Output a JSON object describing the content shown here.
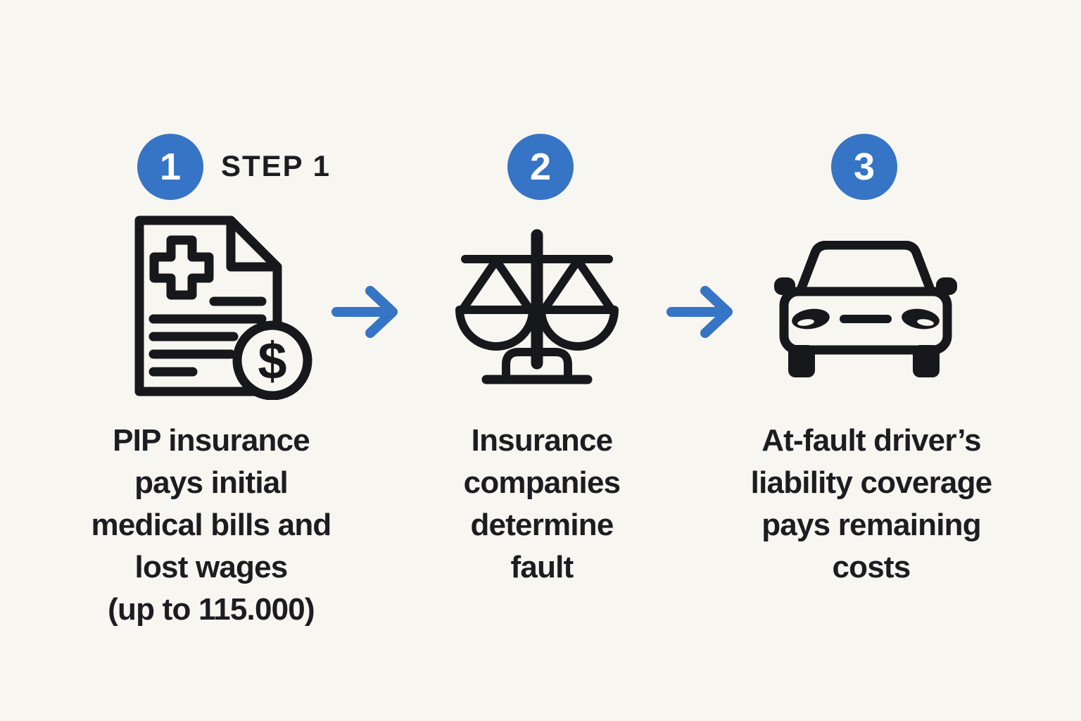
{
  "title": "PIP insurance claim process infographic",
  "colors": {
    "background_cream": "#f8f6f1",
    "accent_blue": "#3674c5",
    "icon_black": "#17181b",
    "text_dark": "#1b1d20",
    "number_white": "#ffffff"
  },
  "steps": [
    {
      "number": "1",
      "label": "STEP 1",
      "icon": "medical-bill-dollar-icon",
      "caption": "PIP insurance\npays initial\nmedical bills and\nlost wages\n(up to 115.000)"
    },
    {
      "number": "2",
      "label": "",
      "icon": "scales-of-justice-icon",
      "caption": "Insurance\ncompanies\ndetermine\nfault"
    },
    {
      "number": "3",
      "label": "",
      "icon": "car-front-icon",
      "caption": "At-fault driver’s\nliability coverage\npays remaining\ncosts"
    }
  ],
  "arrows": [
    {
      "name": "right-arrow-icon"
    },
    {
      "name": "right-arrow-icon"
    }
  ],
  "glyphs": {
    "dollar": "$"
  }
}
